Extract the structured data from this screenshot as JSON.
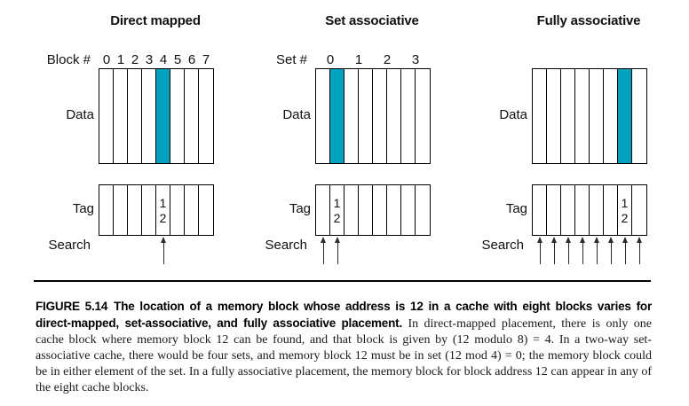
{
  "colors": {
    "accent": "#00A3BF",
    "line": "#000000"
  },
  "diagrams": [
    {
      "title": "Direct mapped",
      "index_label": "Block #",
      "index_numbers": [
        "0",
        "1",
        "2",
        "3",
        "4",
        "5",
        "6",
        "7"
      ],
      "numbers_span": 1,
      "data_label": "Data",
      "tag_label": "Tag",
      "search_label": "Search",
      "cells": 8,
      "highlight_index": 4,
      "tag_value_index": 4,
      "tag_value_lines": [
        "1",
        "2"
      ],
      "arrow_indices": [
        4
      ]
    },
    {
      "title": "Set associative",
      "index_label": "Set #",
      "index_numbers": [
        "0",
        "1",
        "2",
        "3"
      ],
      "numbers_span": 2,
      "data_label": "Data",
      "tag_label": "Tag",
      "search_label": "Search",
      "cells": 8,
      "highlight_index": 1,
      "tag_value_index": 1,
      "tag_value_lines": [
        "1",
        "2"
      ],
      "arrow_indices": [
        0,
        1
      ]
    },
    {
      "title": "Fully associative",
      "index_label": "",
      "index_numbers": [],
      "numbers_span": 1,
      "data_label": "Data",
      "tag_label": "Tag",
      "search_label": "Search",
      "cells": 8,
      "highlight_index": 6,
      "tag_value_index": 6,
      "tag_value_lines": [
        "1",
        "2"
      ],
      "arrow_indices": [
        0,
        1,
        2,
        3,
        4,
        5,
        6,
        7
      ]
    }
  ],
  "caption": {
    "figure_label": "FIGURE 5.14",
    "bold_text": "The location of a memory block whose address is 12 in a cache with eight blocks varies for direct-mapped, set-associative, and fully associative placement.",
    "body_text": "In direct-mapped placement, there is only one cache block where memory block 12 can be found, and that block is given by (12 modulo 8) = 4. In a two-way set-associative cache, there would be four sets, and memory block 12 must be in set (12 mod 4) = 0; the memory block could be in either element of the set. In a fully associative placement, the memory block for block address 12 can appear in any of the eight cache blocks."
  }
}
